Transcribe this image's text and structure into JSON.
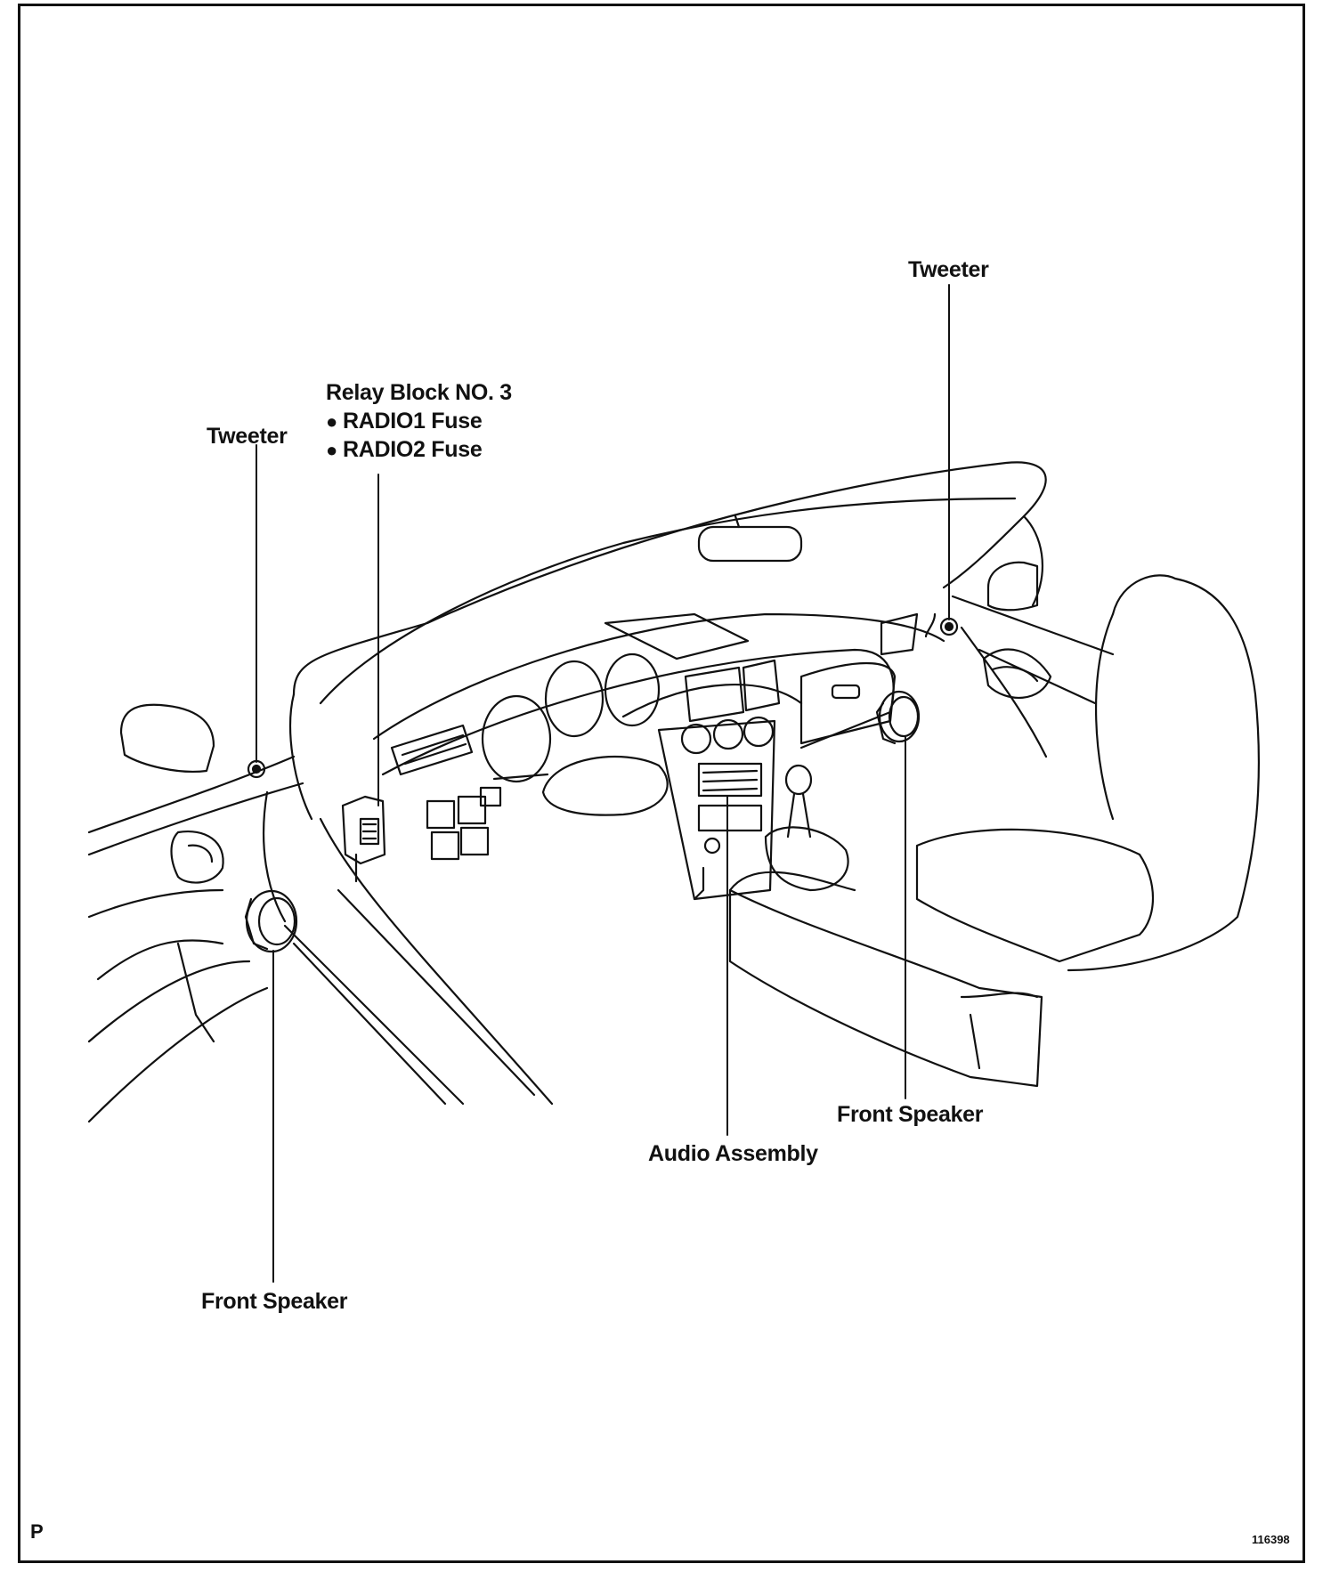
{
  "labels": {
    "tweeter_right": "Tweeter",
    "tweeter_left": "Tweeter",
    "relay_block": "Relay Block NO. 3",
    "relay_fuse_1": "RADIO1 Fuse",
    "relay_fuse_2": "RADIO2 Fuse",
    "front_speaker_right": "Front Speaker",
    "audio_assembly": "Audio Assembly",
    "front_speaker_left": "Front Speaker"
  },
  "bullet_glyph": "●",
  "corner": {
    "code": "P",
    "figure_number": "116398"
  },
  "colors": {
    "line": "#111111",
    "background": "#ffffff"
  }
}
